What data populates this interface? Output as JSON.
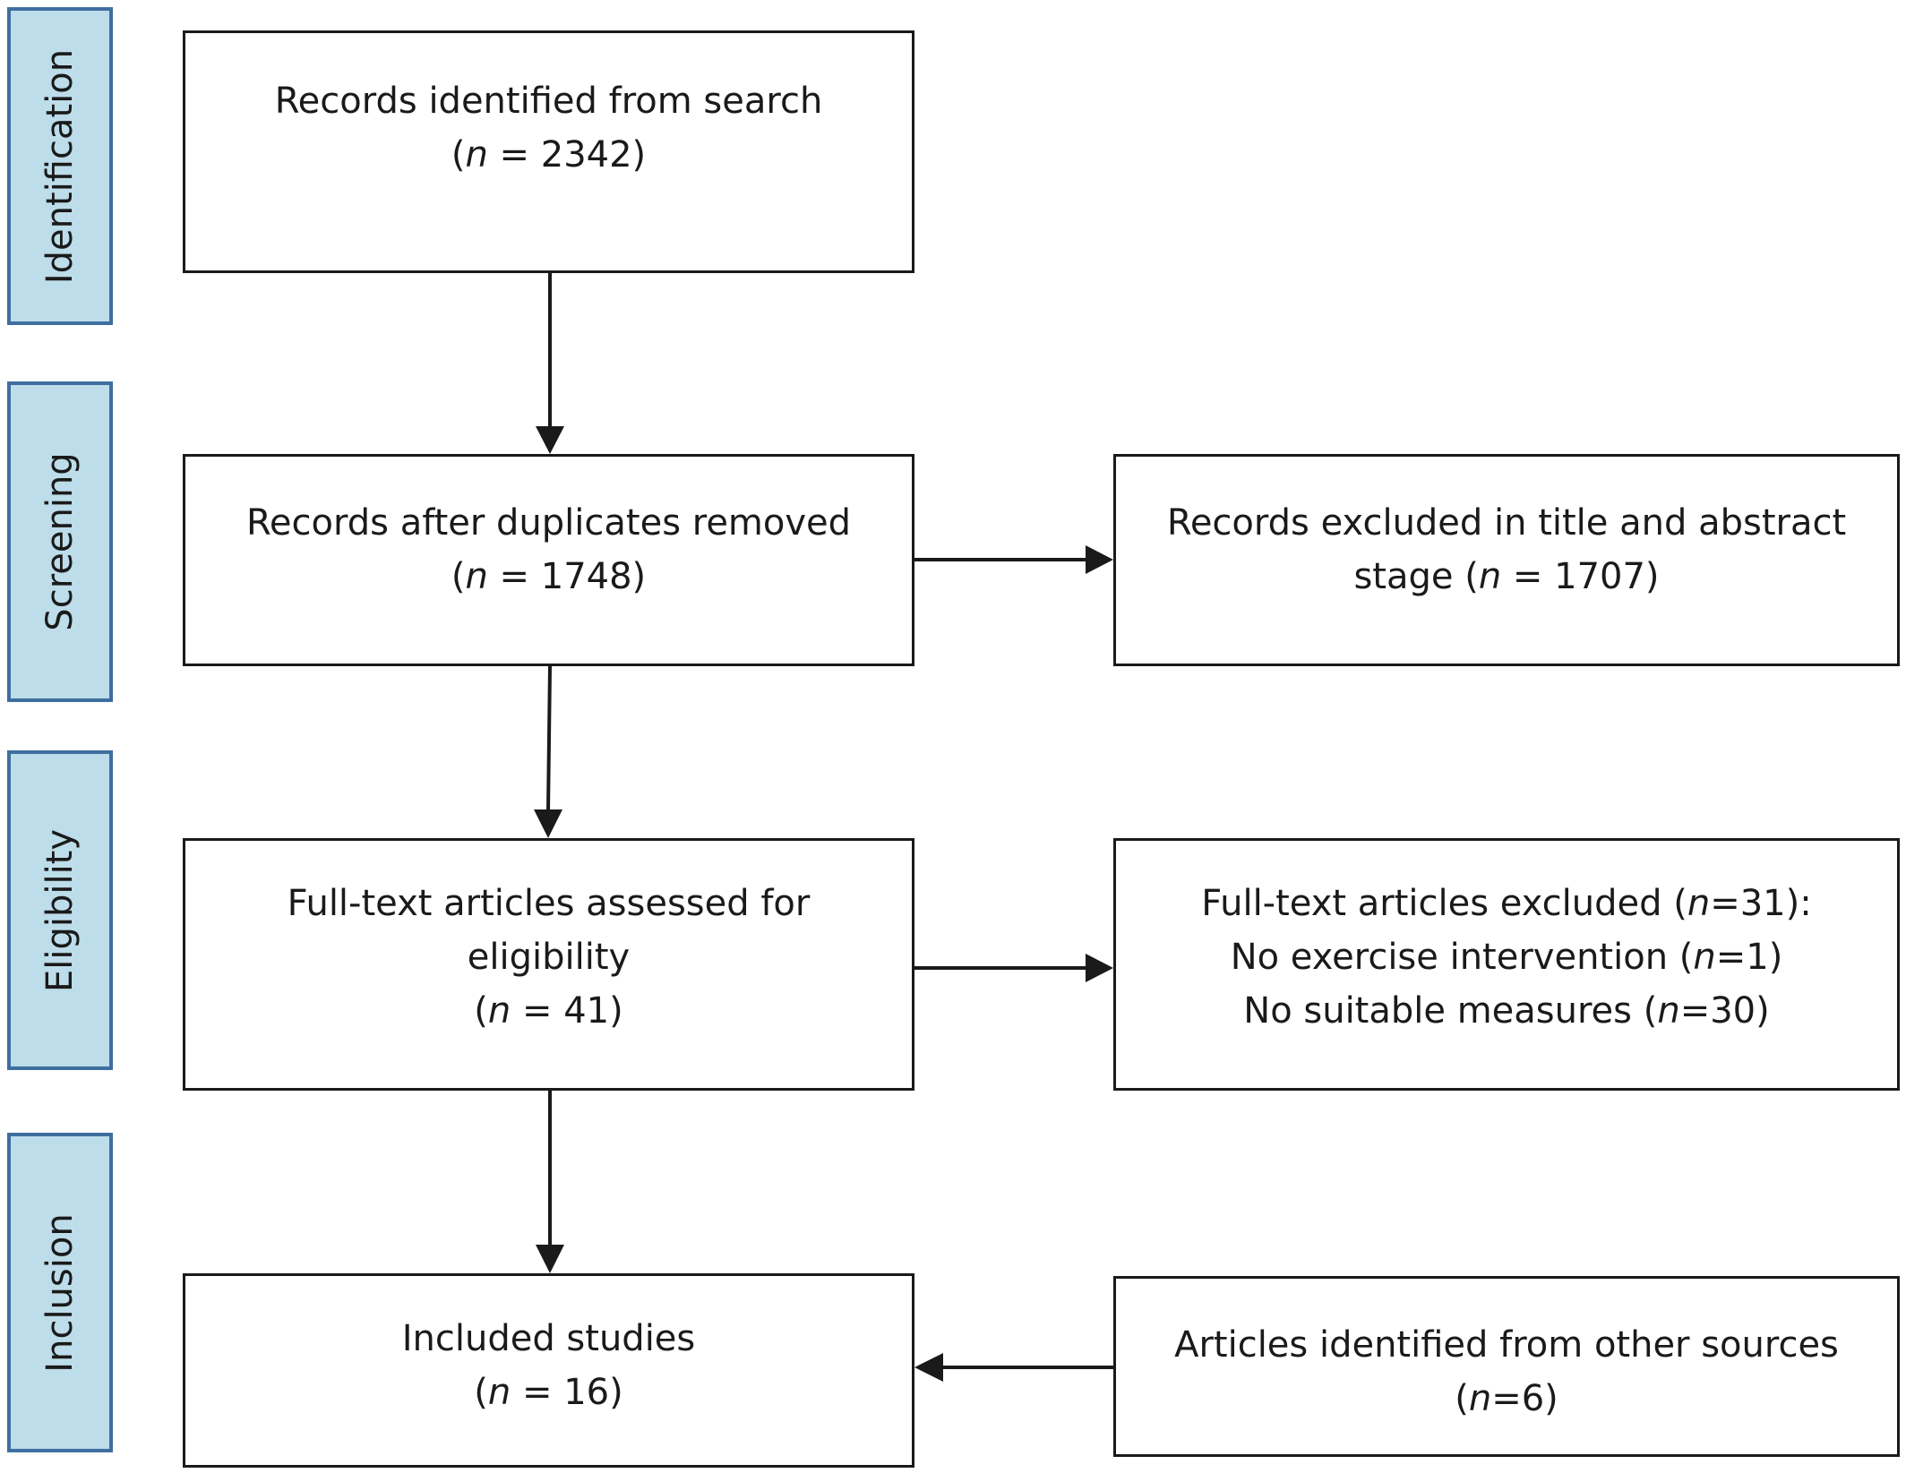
{
  "phases": {
    "identification": "Identification",
    "screening": "Screening",
    "eligibility": "Eligibility",
    "inclusion": "Inclusion"
  },
  "boxes": {
    "search": {
      "line1": "Records identified from search",
      "n_prefix": "(",
      "n_var": "n",
      "n_value": " = 2342)"
    },
    "dupes": {
      "line1": "Records after duplicates removed",
      "n_prefix": "(",
      "n_var": "n",
      "n_value": " = 1748)"
    },
    "excl_title": {
      "line1": "Records excluded in title and abstract",
      "line2_text": "stage (",
      "n_var": "n",
      "n_value": " = 1707)"
    },
    "fulltext": {
      "line1": "Full-text articles assessed for",
      "line2": "eligibility",
      "n_prefix": "(",
      "n_var": "n",
      "n_value": " = 41)"
    },
    "ft_excl": {
      "line1_text": "Full-text articles excluded (",
      "line1_var": "n",
      "line1_value": "=31):",
      "line2_text": "No exercise intervention (",
      "line2_var": "n",
      "line2_value": "=1)",
      "line3_text": "No suitable measures (",
      "line3_var": "n",
      "line3_value": "=30)"
    },
    "included": {
      "line1": "Included studies",
      "n_prefix": "(",
      "n_var": "n",
      "n_value": " = 16)"
    },
    "other": {
      "line1": "Articles identified from other sources",
      "n_prefix": "(",
      "n_var": "n",
      "n_value": "=6)"
    }
  },
  "colors": {
    "phase_fill": "#bcdde9",
    "phase_border": "#3f6ea0",
    "box_border": "#1a1a1a",
    "arrow": "#1a1a1a"
  }
}
